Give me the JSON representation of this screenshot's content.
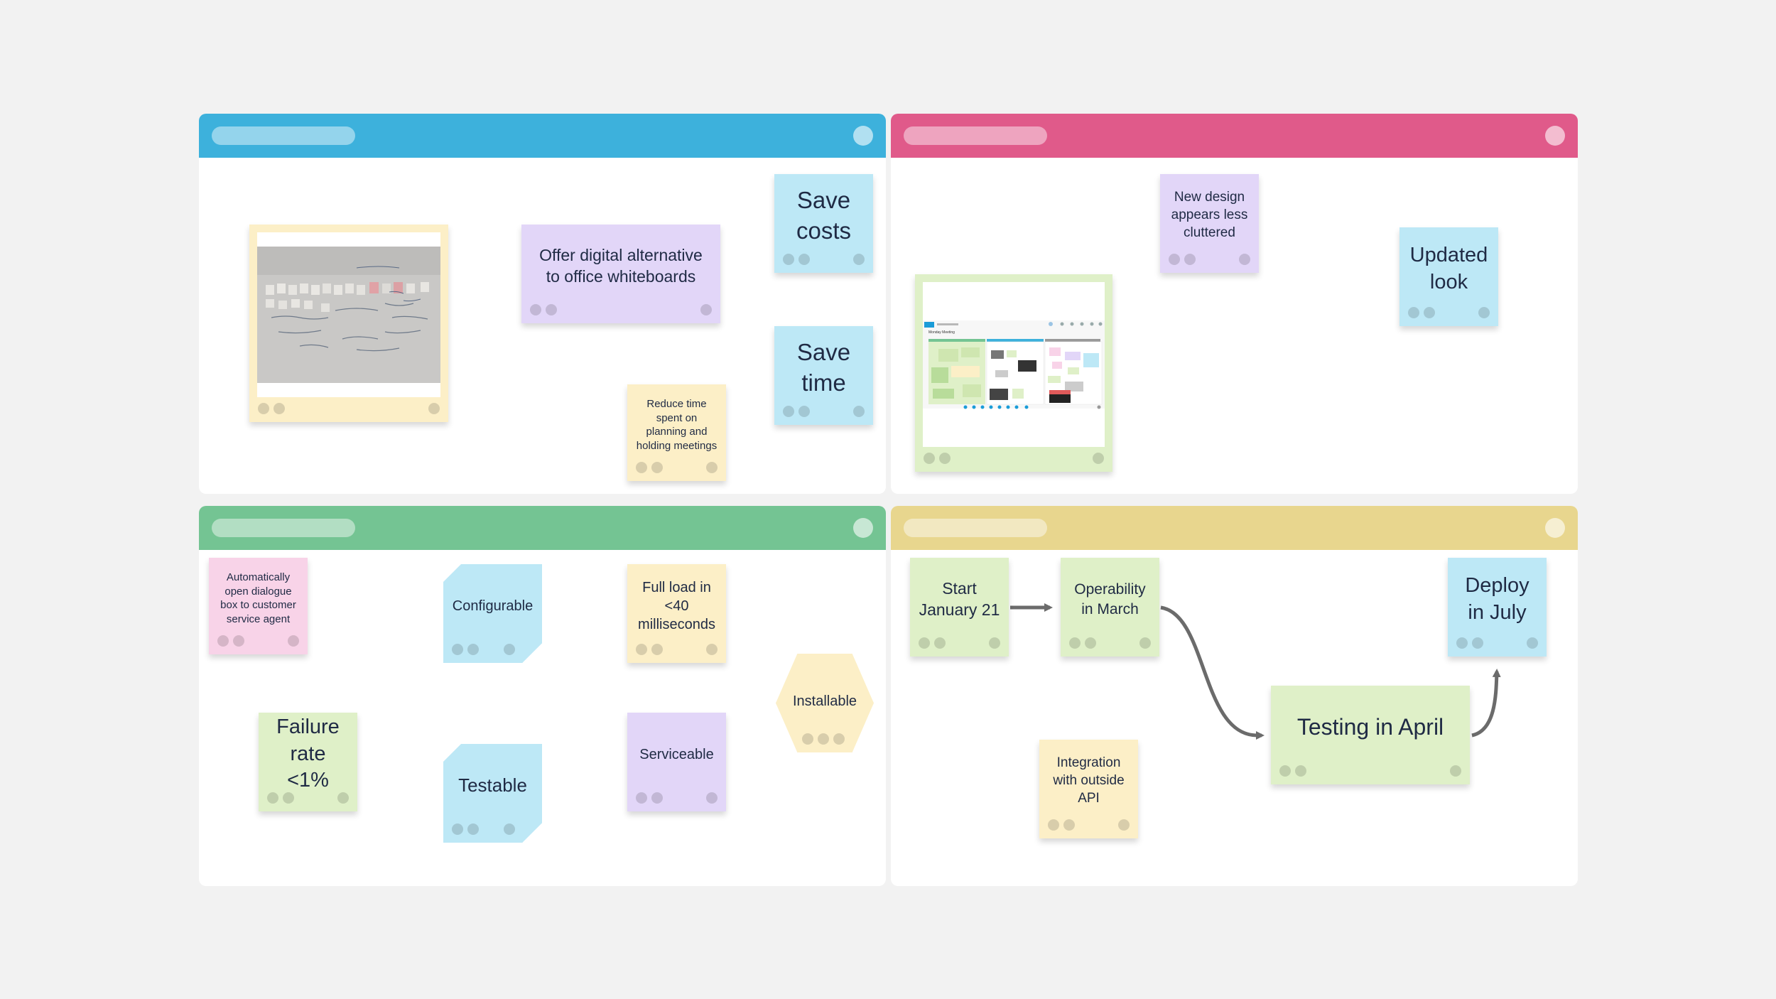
{
  "colors": {
    "background": "#f2f2f2",
    "panel_blue": "#3db1dc",
    "panel_pink": "#e05a8a",
    "panel_green": "#74c493",
    "panel_yellow": "#e8d68e",
    "connector": "#6b6b6b"
  },
  "panels": {
    "top_left": {
      "header_color": "#3db1dc"
    },
    "top_right": {
      "header_color": "#e05a8a"
    },
    "bottom_left": {
      "header_color": "#74c493"
    },
    "bottom_right": {
      "header_color": "#e8d68e"
    }
  },
  "notes": {
    "offer_digital": "Offer digital alternative\nto office whiteboards",
    "save_costs": "Save\ncosts",
    "save_time": "Save\ntime",
    "reduce_time": "Reduce time\nspent on\nplanning and\nholding meetings",
    "new_design": "New design\nappears less\ncluttered",
    "updated_look": "Updated\nlook",
    "auto_dialogue": "Automatically\nopen dialogue\nbox to customer\nservice agent",
    "configurable": "Configurable",
    "full_load": "Full load in\n<40\nmilliseconds",
    "installable": "Installable",
    "failure_rate": "Failure\nrate <1%",
    "testable": "Testable",
    "serviceable": "Serviceable",
    "start_january": "Start\nJanuary 21",
    "operability_march": "Operability\nin March",
    "deploy_july": "Deploy\nin July",
    "testing_april": "Testing in April",
    "integration_api": "Integration\nwith outside\nAPI"
  },
  "images": {
    "whiteboard_photo": "whiteboard-photo",
    "app_screenshot": "app-screenshot"
  },
  "screenshot_texts": {
    "title": "Monday Meeting"
  }
}
